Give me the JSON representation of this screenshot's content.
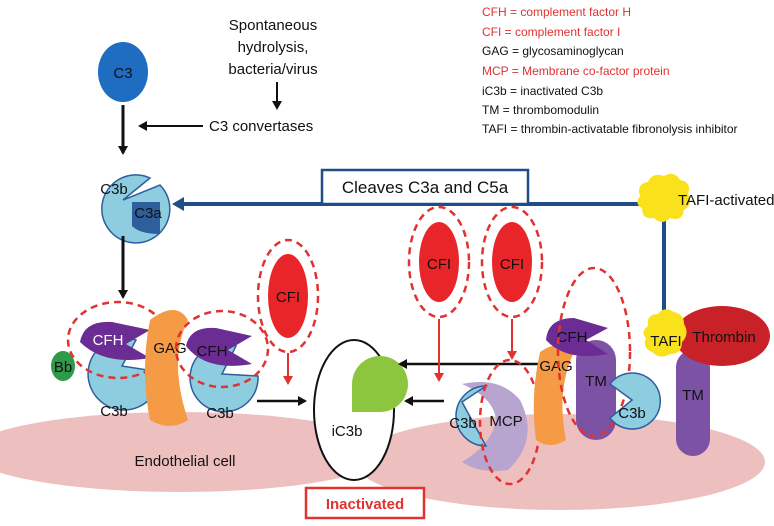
{
  "diagram": {
    "source_note": [
      "Spontaneous",
      "hydrolysis,",
      "bacteria/virus"
    ],
    "c3_convertases": "C3 convertases",
    "cleaves_box": "Cleaves C3a and C5a",
    "tafi_activated": "TAFI-activated",
    "inactivated_box": "Inactivated",
    "endothelial_cell": "Endothelial cell",
    "molecules": {
      "c3": "C3",
      "c3b": "C3b",
      "c3a": "C3a",
      "cfh": "CFH",
      "cfi": "CFI",
      "gag": "GAG",
      "bb": "Bb",
      "ic3b": "iC3b",
      "mcp": "MCP",
      "tm": "TM",
      "tafi": "TAFI",
      "thrombin": "Thrombin"
    },
    "legend": [
      {
        "text": "CFH = complement factor H",
        "color": "#e0322f"
      },
      {
        "text": "CFI = complement factor I",
        "color": "#e0322f"
      },
      {
        "text": "GAG = glycosaminoglycan",
        "color": "#111111"
      },
      {
        "text": "MCP = Membrane co-factor protein",
        "color": "#e0322f"
      },
      {
        "text": "iC3b = inactivated C3b",
        "color": "#111111"
      },
      {
        "text": "TM = thrombomodulin",
        "color": "#111111"
      },
      {
        "text": "TAFI = thrombin-activatable fibronolysis inhibitor",
        "color": "#111111"
      }
    ],
    "colors": {
      "membrane": "#eebfbf",
      "c3": "#1f6dc0",
      "c3b": "#8ecde0",
      "c3a": "#2e5e9c",
      "cfh": "#6b2c94",
      "cfi": "#e8262a",
      "gag": "#f59a45",
      "bb": "#2e9a4a",
      "ic3b": "#8cc63f",
      "mcp": "#b7a5cf",
      "tm": "#7c52a4",
      "tafi": "#f9e11b",
      "thrombin": "#c82128",
      "dark_blue": "#1f4e87",
      "dashed_red": "#e0322f"
    }
  }
}
